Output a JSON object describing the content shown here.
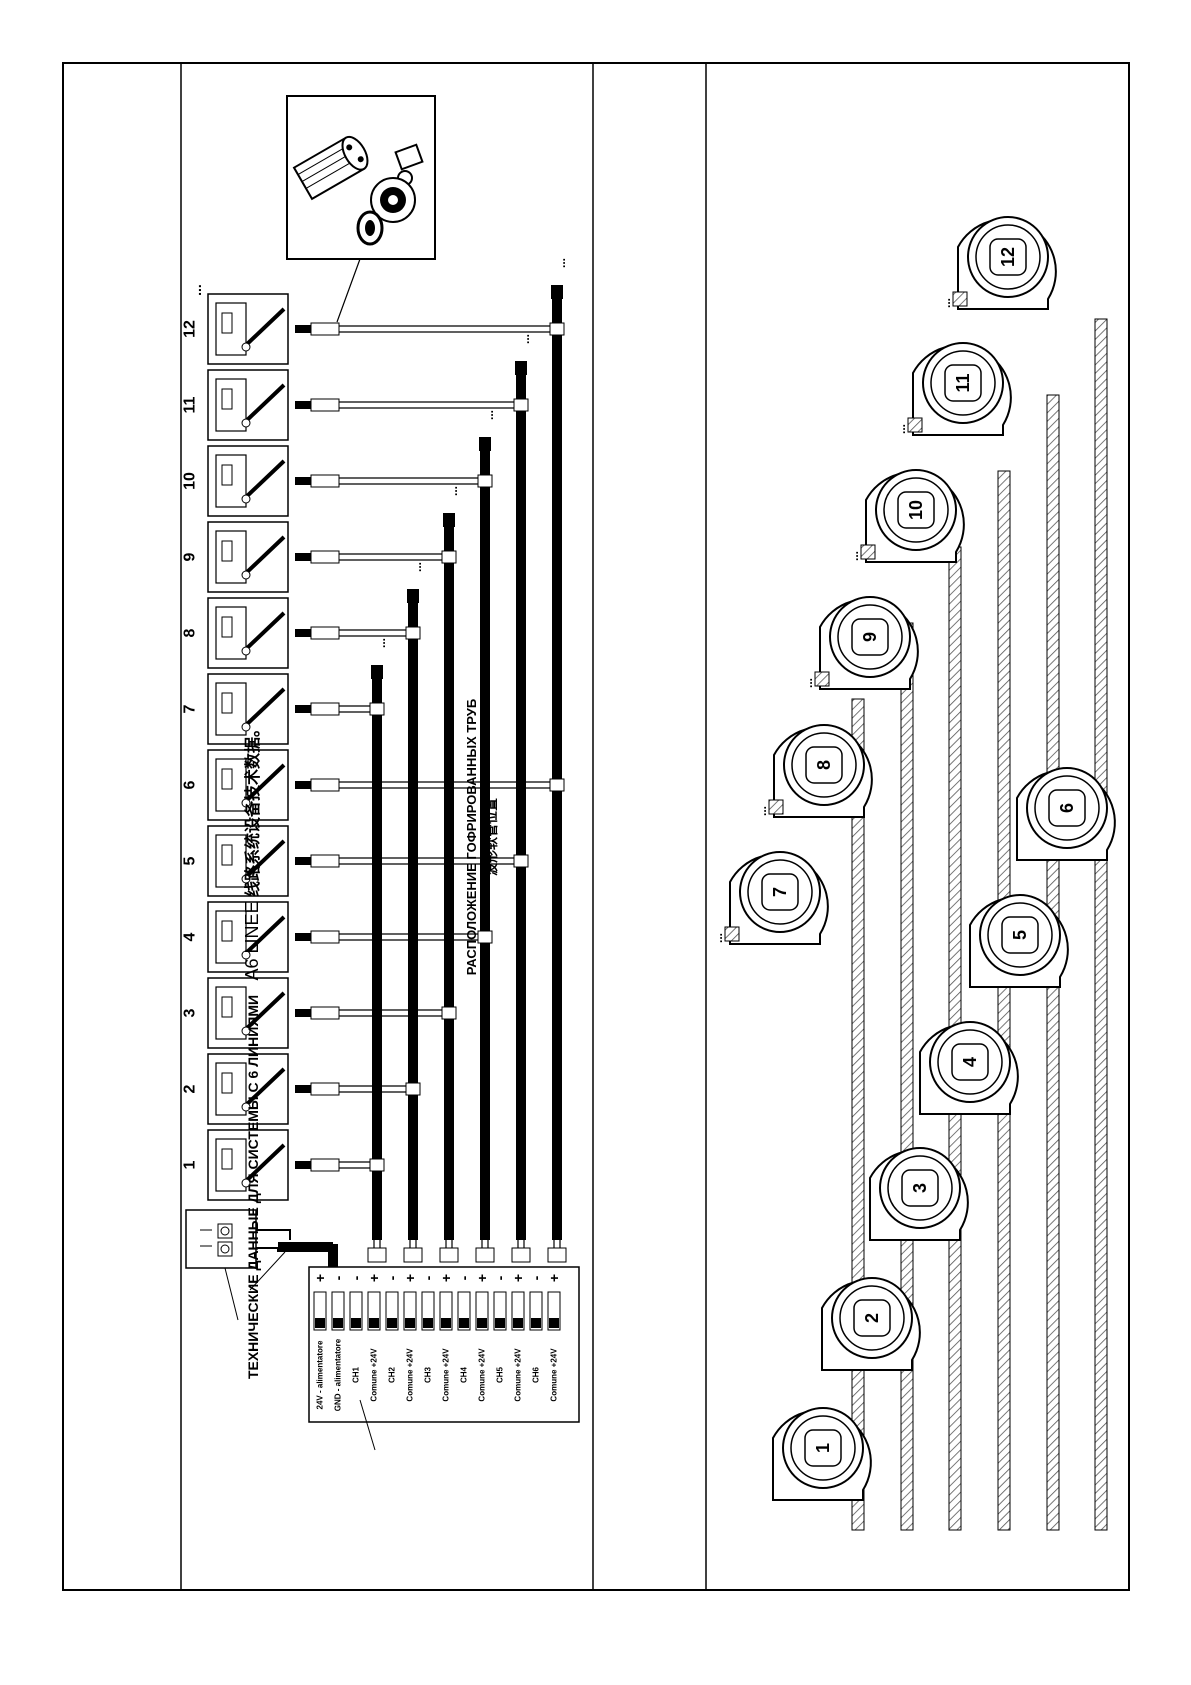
{
  "sheet": {
    "title_ru": "ТЕХНИЧЕСКИЕ ДАННЫЕ ДЛЯ СИСТЕМЫ С 6 ЛИНИЯМИ",
    "title_model": "A6 LINEE",
    "title_cn": "线路系统设备技术数据。",
    "layout_title_ru": "РАСПОЛОЖЕНИЕ ГОФРИРОВАННЫХ ТРУБ",
    "layout_title_cn": "波形软管位置"
  },
  "terminal_block": {
    "rows": [
      {
        "label": "24V - alimentatore",
        "sign": "+"
      },
      {
        "label": "GND - alimentatore",
        "sign": "-"
      },
      {
        "label": "CH1",
        "sign": "-"
      },
      {
        "label": "Comune +24V",
        "sign": "+"
      },
      {
        "label": "CH2",
        "sign": "-"
      },
      {
        "label": "Comune +24V",
        "sign": "+"
      },
      {
        "label": "CH3",
        "sign": "-"
      },
      {
        "label": "Comune +24V",
        "sign": "+"
      },
      {
        "label": "CH4",
        "sign": "-"
      },
      {
        "label": "Comune +24V",
        "sign": "+"
      },
      {
        "label": "CH5",
        "sign": "-"
      },
      {
        "label": "Comune +24V",
        "sign": "+"
      },
      {
        "label": "CH6",
        "sign": "-"
      },
      {
        "label": "Comune +24V",
        "sign": "+"
      }
    ]
  },
  "power_supply": {
    "plus": "+",
    "minus": "-"
  },
  "units": [
    "1",
    "2",
    "3",
    "4",
    "5",
    "6",
    "7",
    "8",
    "9",
    "10",
    "11",
    "12"
  ],
  "continuation": "...",
  "colors": {
    "ink": "#000000",
    "paper": "#ffffff",
    "hatch": "#555555"
  }
}
